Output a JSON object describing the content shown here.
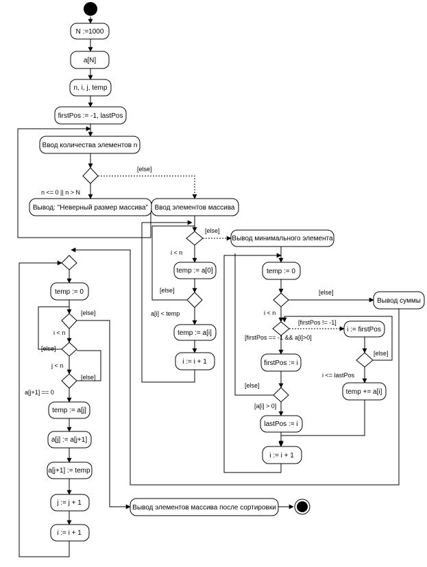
{
  "activities": {
    "n_init": "N :=1000",
    "arr_decl": "a[N]",
    "vars_decl": "n, i, j, temp",
    "first_last": "firstPos := -1, lastPos",
    "input_count": "Ввод количества элементов n",
    "error_output": "Вывод: \"Неверный размер массива\"",
    "input_elements": "Ввод элементов массива",
    "min_output": "Вывод минимального элемента",
    "temp_a0": "temp := a[0]",
    "temp_ai_1": "temp := a[i]",
    "i_inc_1": "i := i + 1",
    "temp_zero_1": "temp := 0",
    "temp_zero_2": "temp := 0",
    "sum_output": "Вывод суммы",
    "i_first": "i := firstPos",
    "first_i": "firstPos := i",
    "temp_add": "temp += a[i]",
    "last_i": "lastPos := i",
    "i_inc_2": "i := i + 1",
    "temp_aj": "temp := a[j]",
    "aj_aj1": "a[j] := a[j+1]",
    "aj1_temp": "a[j+1] := temp",
    "j_inc": "j := j + 1",
    "i_inc_3": "i := i + 1",
    "sorted_output": "Вывод элементов массива после сортировки"
  },
  "guards": {
    "else_n": "[else]",
    "bad_n": "n <= 0 || n > N",
    "else_2": "[else]",
    "i_lt_n_1": "i < n",
    "else_3": "[else]",
    "ai_lt_temp": "a[i] < temp",
    "else_4": "[else]",
    "i_lt_n_2": "i < n",
    "first_neq": "[firstPos != -1]",
    "first_eq": "[firstPos == -1 && a[i]>0]",
    "else_5": "[else]",
    "i_le_last": "i <= lastPos",
    "else_6": "[else]",
    "ai_gt_0": "[a[i] > 0]",
    "else_sort_1": "[else]",
    "i_lt_n_3": "i < n",
    "else_sort_2": "[else]",
    "j_lt_n": "j < n",
    "else_sort_3": "[else]",
    "aj_cond": "a[j+1] == 0"
  }
}
